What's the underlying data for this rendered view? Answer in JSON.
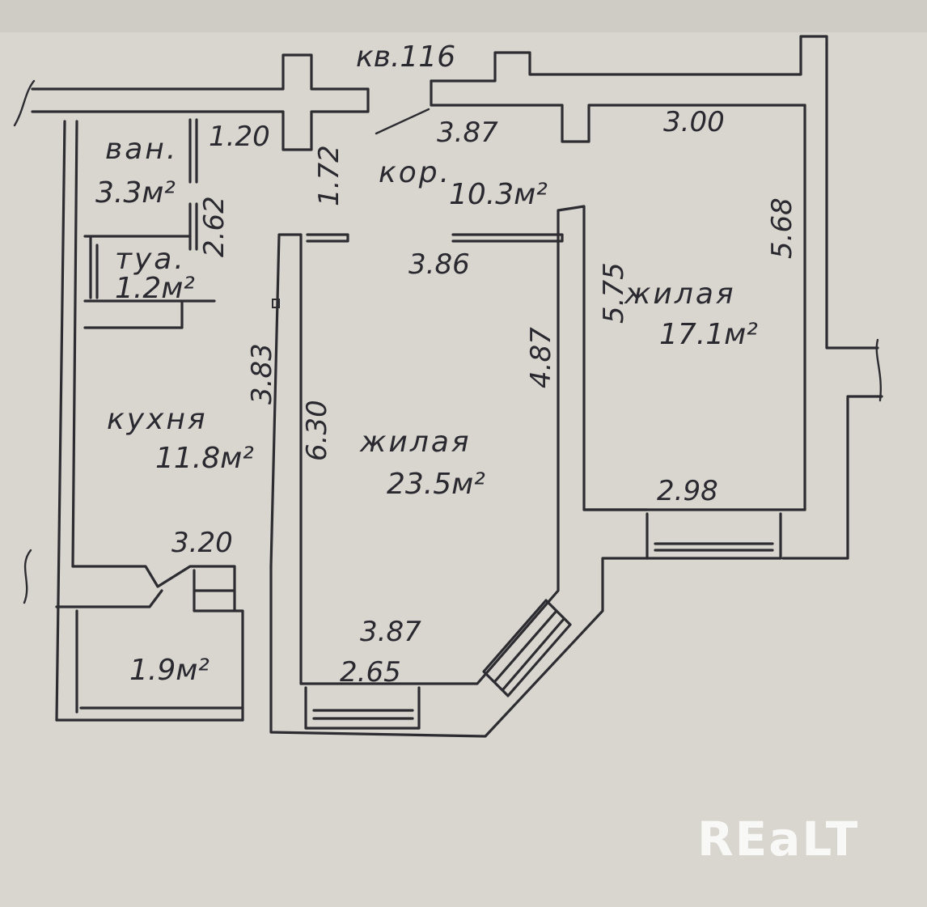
{
  "apartment_label": "кв.116",
  "rooms": {
    "bathroom": {
      "name": "ван.",
      "area": "3.3м²"
    },
    "toilet": {
      "name": "туа.",
      "area": "1.2м²"
    },
    "corridor": {
      "name": "кор.",
      "area": "10.3м²"
    },
    "kitchen": {
      "name": "кухня",
      "area": "11.8м²"
    },
    "living_big": {
      "name": "жилая",
      "area": "23.5м²"
    },
    "living_small": {
      "name": "жилая",
      "area": "17.1м²"
    },
    "balcony": {
      "area": "1.9м²"
    }
  },
  "dimensions": {
    "bath_width": "1.20",
    "corridor_height": "1.72",
    "bath_height": "2.62",
    "corridor_top": "3.87",
    "room_top": "3.00",
    "room_right": "5.68",
    "room_left": "5.75",
    "corridor_bottom": "3.86",
    "kitchen_height": "3.83",
    "living_height_left": "6.30",
    "living_height_right": "4.87",
    "kitchen_bottom": "3.20",
    "room_bottom": "2.98",
    "living_bottom_top": "3.87",
    "living_bottom": "2.65"
  },
  "watermark": "REaLT",
  "colors": {
    "paper": "#d9d5cf",
    "ink": "#2d2c31",
    "watermark": "#ffffff"
  }
}
